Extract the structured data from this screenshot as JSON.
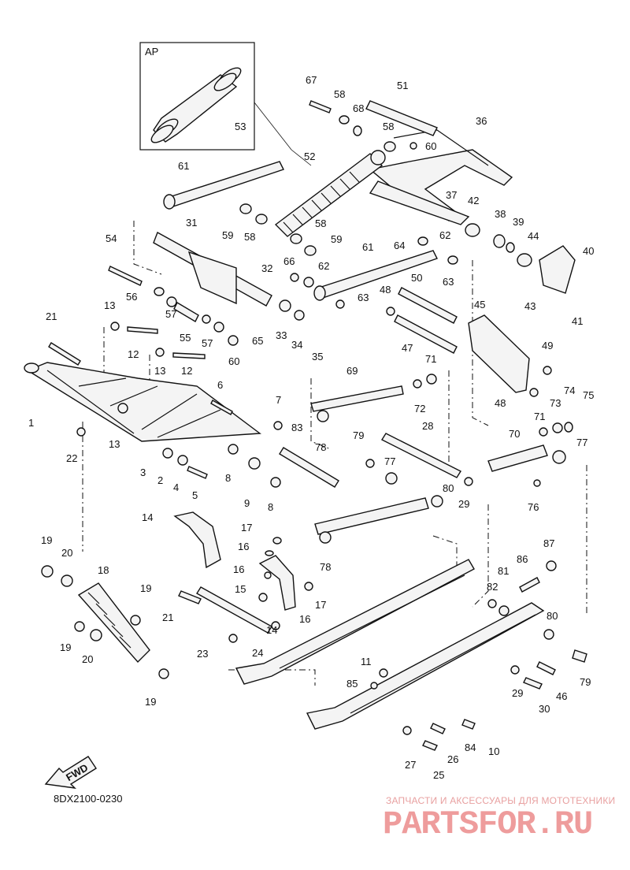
{
  "inset_label": "AP",
  "direction_label": "FWD",
  "footer_code": "8DX2100-0230",
  "watermark": {
    "tagline": "ЗАПЧАСТИ И АКСЕССУАРЫ ДЛЯ МОТОТЕХНИКИ",
    "logo_text": "PARTSFOR.RU",
    "color": "#ee9c9c"
  },
  "callouts": [
    {
      "id": "c53",
      "text": "53"
    },
    {
      "id": "c67",
      "text": "67"
    },
    {
      "id": "c58a",
      "text": "58"
    },
    {
      "id": "c68",
      "text": "68"
    },
    {
      "id": "c51",
      "text": "51"
    },
    {
      "id": "c58b",
      "text": "58"
    },
    {
      "id": "c60a",
      "text": "60"
    },
    {
      "id": "c36",
      "text": "36"
    },
    {
      "id": "c61a",
      "text": "61"
    },
    {
      "id": "c52",
      "text": "52"
    },
    {
      "id": "c37",
      "text": "37"
    },
    {
      "id": "c42",
      "text": "42"
    },
    {
      "id": "c38",
      "text": "38"
    },
    {
      "id": "c39",
      "text": "39"
    },
    {
      "id": "c44",
      "text": "44"
    },
    {
      "id": "c40",
      "text": "40"
    },
    {
      "id": "c59a",
      "text": "59"
    },
    {
      "id": "c58c",
      "text": "58"
    },
    {
      "id": "c58d",
      "text": "58"
    },
    {
      "id": "c59b",
      "text": "59"
    },
    {
      "id": "c64",
      "text": "64"
    },
    {
      "id": "c62a",
      "text": "62"
    },
    {
      "id": "c31",
      "text": "31"
    },
    {
      "id": "c54",
      "text": "54"
    },
    {
      "id": "c61b",
      "text": "61"
    },
    {
      "id": "c63a",
      "text": "63"
    },
    {
      "id": "c66",
      "text": "66"
    },
    {
      "id": "c62b",
      "text": "62"
    },
    {
      "id": "c32",
      "text": "32"
    },
    {
      "id": "c43",
      "text": "43"
    },
    {
      "id": "c41",
      "text": "41"
    },
    {
      "id": "c56",
      "text": "56"
    },
    {
      "id": "c57a",
      "text": "57"
    },
    {
      "id": "c13a",
      "text": "13"
    },
    {
      "id": "c21a",
      "text": "21"
    },
    {
      "id": "c55",
      "text": "55"
    },
    {
      "id": "c57b",
      "text": "57"
    },
    {
      "id": "c12a",
      "text": "12"
    },
    {
      "id": "c33",
      "text": "33"
    },
    {
      "id": "c34",
      "text": "34"
    },
    {
      "id": "c65",
      "text": "65"
    },
    {
      "id": "c35",
      "text": "35"
    },
    {
      "id": "c63b",
      "text": "63"
    },
    {
      "id": "c48a",
      "text": "48"
    },
    {
      "id": "c50",
      "text": "50"
    },
    {
      "id": "c45",
      "text": "45"
    },
    {
      "id": "c47",
      "text": "47"
    },
    {
      "id": "c49",
      "text": "49"
    },
    {
      "id": "c60b",
      "text": "60"
    },
    {
      "id": "c13b",
      "text": "13"
    },
    {
      "id": "c12b",
      "text": "12"
    },
    {
      "id": "c69",
      "text": "69"
    },
    {
      "id": "c71a",
      "text": "71"
    },
    {
      "id": "c72",
      "text": "72"
    },
    {
      "id": "c48b",
      "text": "48"
    },
    {
      "id": "c73",
      "text": "73"
    },
    {
      "id": "c74",
      "text": "74"
    },
    {
      "id": "c75",
      "text": "75"
    },
    {
      "id": "c1",
      "text": "1"
    },
    {
      "id": "c6",
      "text": "6"
    },
    {
      "id": "c7",
      "text": "7"
    },
    {
      "id": "c13c",
      "text": "13"
    },
    {
      "id": "c22",
      "text": "22"
    },
    {
      "id": "c83",
      "text": "83"
    },
    {
      "id": "c78a",
      "text": "78"
    },
    {
      "id": "c71b",
      "text": "71"
    },
    {
      "id": "c70",
      "text": "70"
    },
    {
      "id": "c77a",
      "text": "77"
    },
    {
      "id": "c28",
      "text": "28"
    },
    {
      "id": "c79a",
      "text": "79"
    },
    {
      "id": "c77b",
      "text": "77"
    },
    {
      "id": "c3",
      "text": "3"
    },
    {
      "id": "c2",
      "text": "2"
    },
    {
      "id": "c4",
      "text": "4"
    },
    {
      "id": "c5",
      "text": "5"
    },
    {
      "id": "c8a",
      "text": "8"
    },
    {
      "id": "c9",
      "text": "9"
    },
    {
      "id": "c8b",
      "text": "8"
    },
    {
      "id": "c80a",
      "text": "80"
    },
    {
      "id": "c29a",
      "text": "29"
    },
    {
      "id": "c76",
      "text": "76"
    },
    {
      "id": "c14a",
      "text": "14"
    },
    {
      "id": "c17a",
      "text": "17"
    },
    {
      "id": "c16a",
      "text": "16"
    },
    {
      "id": "c78b",
      "text": "78"
    },
    {
      "id": "c87",
      "text": "87"
    },
    {
      "id": "c86",
      "text": "86"
    },
    {
      "id": "c81",
      "text": "81"
    },
    {
      "id": "c19a",
      "text": "19"
    },
    {
      "id": "c20a",
      "text": "20"
    },
    {
      "id": "c18",
      "text": "18"
    },
    {
      "id": "c16b",
      "text": "16"
    },
    {
      "id": "c15",
      "text": "15"
    },
    {
      "id": "c82",
      "text": "82"
    },
    {
      "id": "c19b",
      "text": "19"
    },
    {
      "id": "c17b",
      "text": "17"
    },
    {
      "id": "c21b",
      "text": "21"
    },
    {
      "id": "c16c",
      "text": "16"
    },
    {
      "id": "c14b",
      "text": "14"
    },
    {
      "id": "c80b",
      "text": "80"
    },
    {
      "id": "c19c",
      "text": "19"
    },
    {
      "id": "c20b",
      "text": "20"
    },
    {
      "id": "c23",
      "text": "23"
    },
    {
      "id": "c24",
      "text": "24"
    },
    {
      "id": "c79b",
      "text": "79"
    },
    {
      "id": "c11",
      "text": "11"
    },
    {
      "id": "c85",
      "text": "85"
    },
    {
      "id": "c29b",
      "text": "29"
    },
    {
      "id": "c46",
      "text": "46"
    },
    {
      "id": "c30",
      "text": "30"
    },
    {
      "id": "c19d",
      "text": "19"
    },
    {
      "id": "c84",
      "text": "84"
    },
    {
      "id": "c10",
      "text": "10"
    },
    {
      "id": "c27",
      "text": "27"
    },
    {
      "id": "c26",
      "text": "26"
    },
    {
      "id": "c25",
      "text": "25"
    }
  ]
}
